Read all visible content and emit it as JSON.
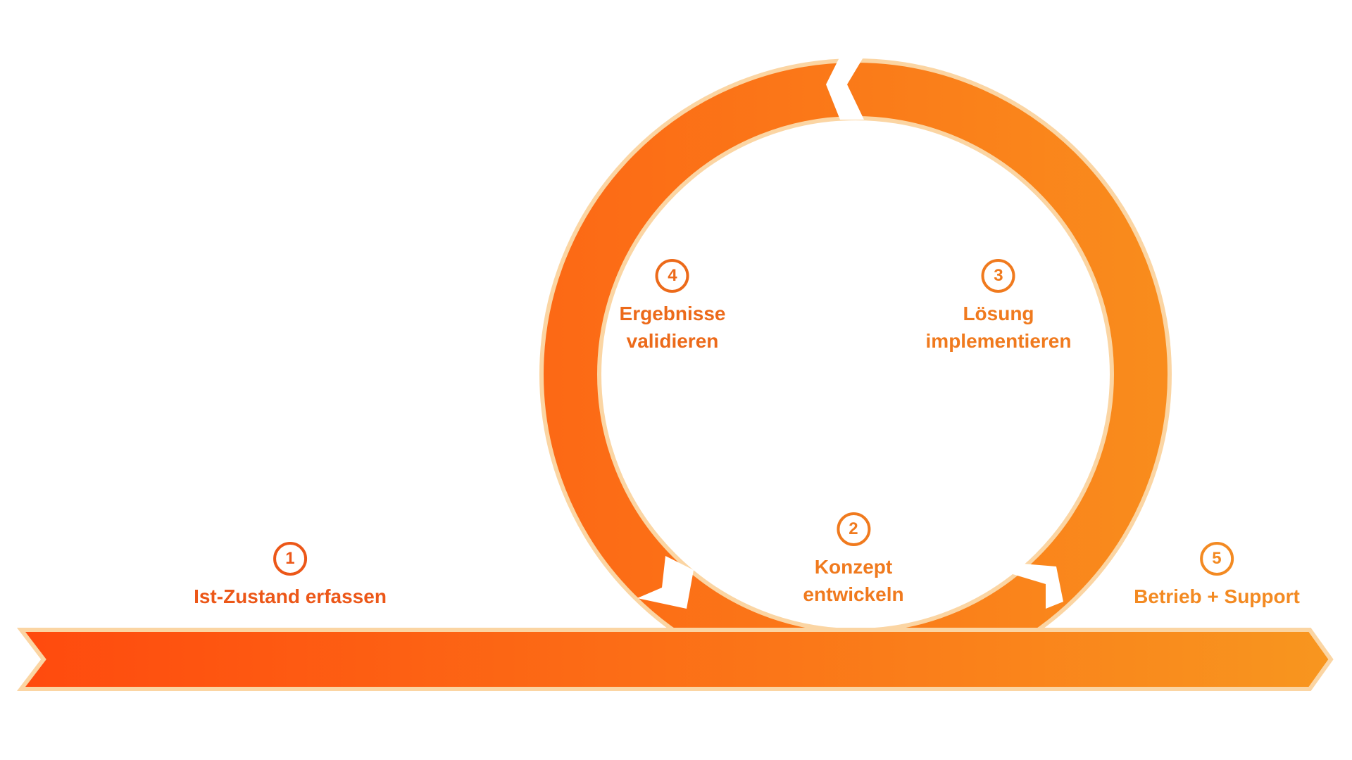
{
  "colors": {
    "start": "#ff4a0e",
    "end": "#f8961f",
    "outline": "#fbd5a3"
  },
  "steps": [
    {
      "number": "1",
      "label": "Ist-Zustand erfassen",
      "color": "#ec5718"
    },
    {
      "number": "2",
      "label": "Konzept\nentwickeln",
      "color": "#f07a1e"
    },
    {
      "number": "3",
      "label": "Lösung\nimplementieren",
      "color": "#f07a1e"
    },
    {
      "number": "4",
      "label": "Ergebnisse\nvalidieren",
      "color": "#ec6a1a"
    },
    {
      "number": "5",
      "label": "Betrieb + Support",
      "color": "#f38a22"
    }
  ]
}
